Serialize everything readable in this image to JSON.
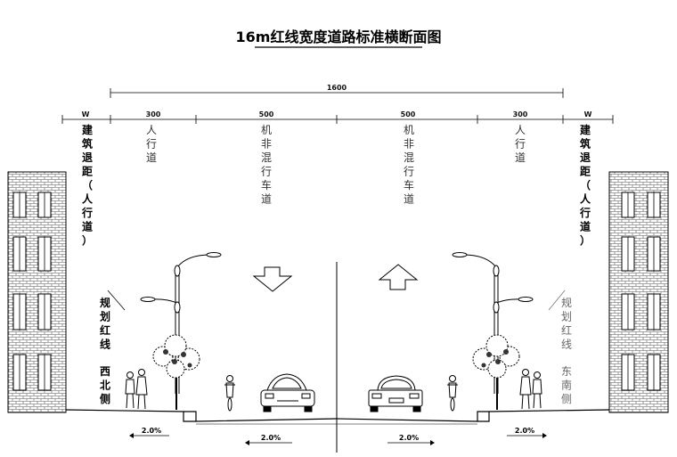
{
  "title": "16m红线宽度道路标准横断面图",
  "dimensions": {
    "total": "1600",
    "left_sidewalk": "300",
    "left_mixed": "500",
    "right_mixed": "500",
    "right_sidewalk": "300",
    "left_w": "W",
    "right_w": "W"
  },
  "labels": {
    "left_setback": "建筑退距（人行道）",
    "right_setback": "建筑退距（人行道）",
    "left_sidewalk": "人行道",
    "right_sidewalk": "人行道",
    "left_lane": "机非混行车道",
    "right_lane": "机非混行车道",
    "left_redline": "规划红线",
    "left_side": "西北侧",
    "right_redline": "规划红线",
    "right_side": "东南侧"
  },
  "slopes": {
    "left_sidewalk": "2.0%",
    "left_road": "2.0%",
    "right_road": "2.0%",
    "right_sidewalk": "2.0%"
  },
  "colors": {
    "line": "#000000",
    "gray_text": "#666666"
  }
}
